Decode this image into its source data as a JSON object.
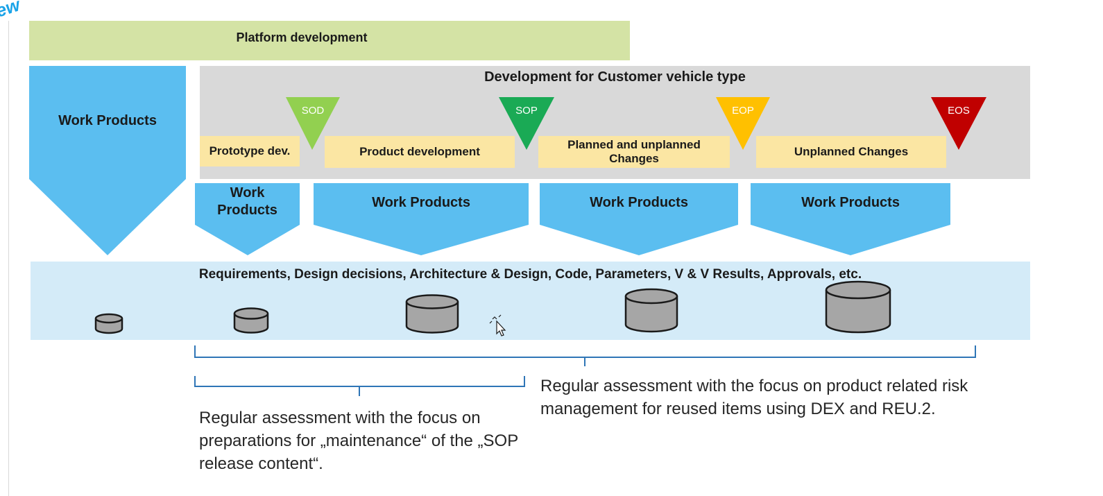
{
  "corner_label": "ew",
  "platform": {
    "label": "Platform development"
  },
  "customer": {
    "title": "Development for Customer vehicle type"
  },
  "milestones": [
    {
      "label": "SOD",
      "color": "#92d050"
    },
    {
      "label": "SOP",
      "color": "#1aaa55"
    },
    {
      "label": "EOP",
      "color": "#ffc000"
    },
    {
      "label": "EOS",
      "color": "#c00000"
    }
  ],
  "phases": [
    {
      "label": "Prototype dev."
    },
    {
      "label": "Product development"
    },
    {
      "label": "Planned and unplanned Changes"
    },
    {
      "label": "Unplanned Changes"
    }
  ],
  "work_products": {
    "main": "Work Products",
    "prototype": "Work Products",
    "product": "Work Products",
    "planned": "Work Products",
    "unplanned": "Work Products"
  },
  "requirements": {
    "label": "Requirements, Design decisions, Architecture & Design, Code, Parameters, V & V Results, Approvals, etc."
  },
  "assessments": {
    "left": "Regular assessment with the focus on preparations for „maintenance“ of the „SOP release content“.",
    "right": "Regular assessment with the focus on product related risk management for reused items using DEX and REU.2."
  },
  "colors": {
    "work_product_blue": "#5bbef0",
    "platform_green": "#d4e3a5",
    "customer_gray": "#d9d9d9",
    "phase_yellow": "#fbe6a3",
    "requirements_blue": "#d4ebf8",
    "database_gray": "#a6a6a6"
  }
}
